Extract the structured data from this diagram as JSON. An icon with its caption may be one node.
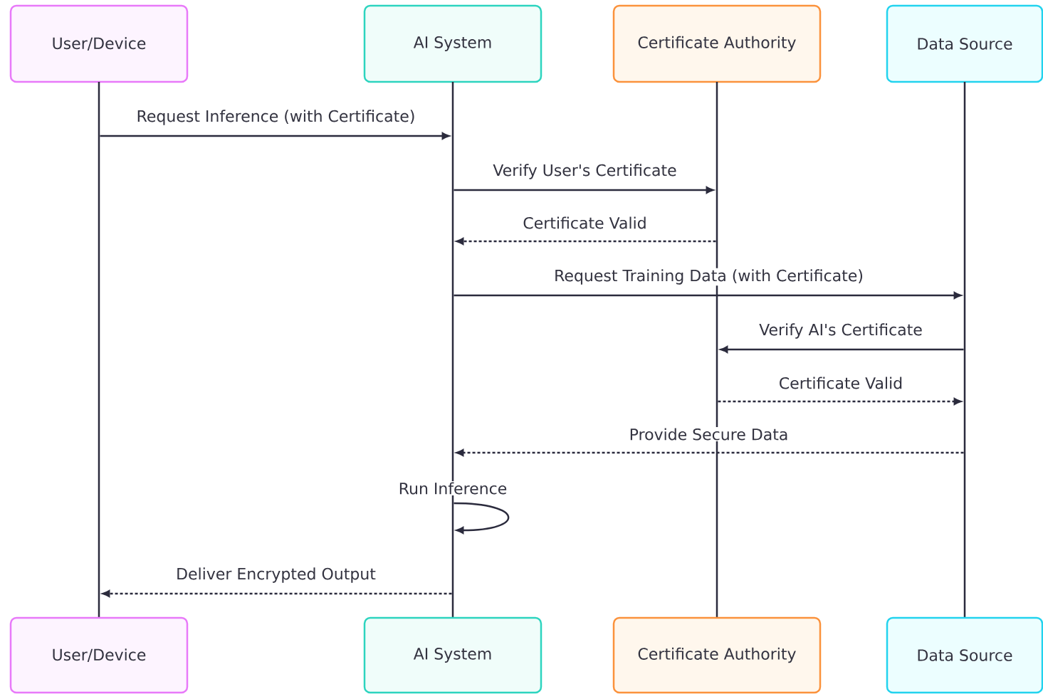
{
  "diagram": {
    "nodes": [
      {
        "text": [
          "User/Device"
        ]
      },
      {
        "text": [
          "AI System"
        ]
      },
      {
        "text": [
          "Certificate Authority"
        ]
      },
      {
        "text": [
          "Data Source"
        ]
      },
      {
        "text": [],
        "shape": "bar"
      },
      {
        "text": [],
        "shape": "bar"
      },
      {
        "text": [],
        "shape": "bar"
      },
      {
        "text": [],
        "shape": "bar"
      },
      {
        "text": [
          "User/Device"
        ]
      },
      {
        "text": [
          "AI System"
        ]
      },
      {
        "text": [
          "Certificate Authority"
        ]
      },
      {
        "text": [
          "Data Source"
        ]
      }
    ],
    "edges": [
      {
        "from": 4,
        "to": 5,
        "arrow": "to",
        "label": "Request Inference (with Certificate)"
      },
      {
        "from": 5,
        "to": 6,
        "arrow": "to",
        "label": "Verify User's Certificate"
      },
      {
        "from": 6,
        "to": 5,
        "arrow": "to",
        "label": "Certificate Valid",
        "style": "dashed"
      },
      {
        "from": 5,
        "to": 7,
        "arrow": "to",
        "label": "Request Training Data (with Certificate)"
      },
      {
        "from": 7,
        "to": 6,
        "arrow": "to",
        "label": "Verify AI's Certificate"
      },
      {
        "from": 6,
        "to": 7,
        "arrow": "to",
        "label": "Certificate Valid",
        "style": "dashed"
      },
      {
        "from": 7,
        "to": 5,
        "arrow": "to",
        "label": "Provide Secure Data",
        "style": "dashed"
      },
      {
        "from": 5,
        "to": 5,
        "arrow": "to",
        "label": "Run Inference"
      },
      {
        "from": 5,
        "to": 4,
        "arrow": "to",
        "label": "Deliver Encrypted Output",
        "style": "dashed"
      }
    ]
  }
}
